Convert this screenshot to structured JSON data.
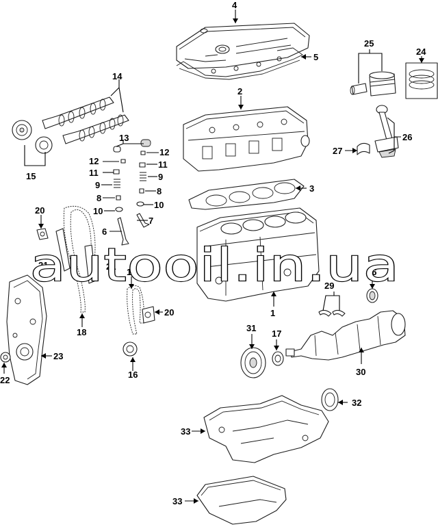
{
  "watermark": "autooil.in.ua",
  "callouts": {
    "p1": "1",
    "p2": "2",
    "p3": "3",
    "p4": "4",
    "p5": "5",
    "p6": "6",
    "p7": "7",
    "p8a": "8",
    "p8b": "8",
    "p9a": "9",
    "p9b": "9",
    "p10a": "10",
    "p10b": "10",
    "p11a": "11",
    "p11b": "11",
    "p12a": "12",
    "p12b": "12",
    "p13": "13",
    "p14": "14",
    "p15": "15",
    "p16": "16",
    "p17": "17",
    "p18": "18",
    "p19": "19",
    "p20a": "20",
    "p20b": "20",
    "p21a": "21",
    "p21b": "21",
    "p22": "22",
    "p23": "23",
    "p24": "24",
    "p25": "25",
    "p26": "26",
    "p26b": "26",
    "p27": "27",
    "p29": "29",
    "p30": "30",
    "p31": "31",
    "p32": "32",
    "p33a": "33",
    "p33b": "33"
  }
}
